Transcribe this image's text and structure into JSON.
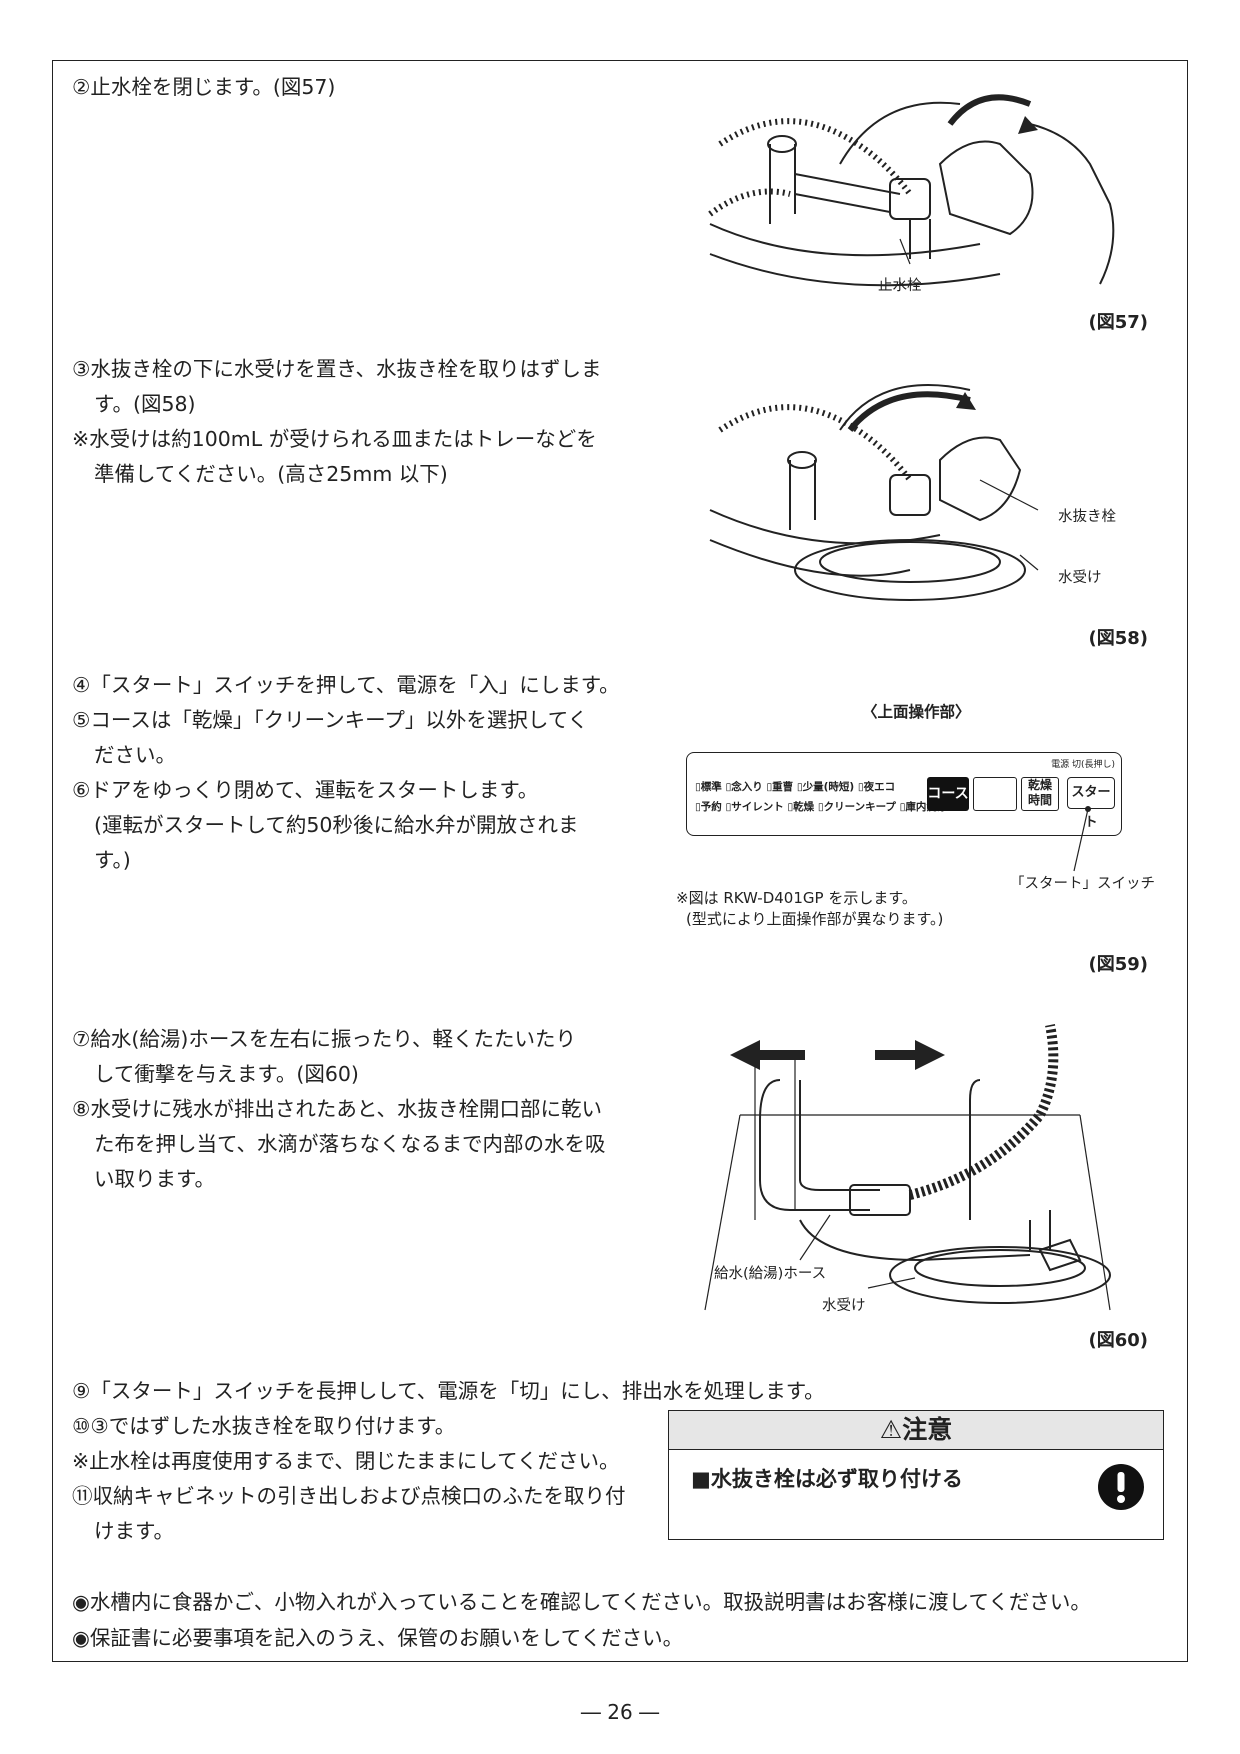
{
  "step2": "②止水栓を閉じます。(図57)",
  "fig57": {
    "label": "(図57)",
    "valve": "止水栓"
  },
  "step3": {
    "line1": "③水抜き栓の下に水受けを置き、水抜き栓を取りはずしま",
    "line2": "す。(図58)",
    "note1": "※水受けは約100mL が受けられる皿またはトレーなどを",
    "note2": "準備してください。(高さ25mm 以下)"
  },
  "fig58": {
    "label": "(図58)",
    "drain": "水抜き栓",
    "pan": "水受け"
  },
  "step4": "④「スタート」スイッチを押して、電源を「入」にします。",
  "step5": {
    "line1": "⑤コースは「乾燥」「クリーンキープ」以外を選択してく",
    "line2": "ださい。"
  },
  "step6": {
    "line1": "⑥ドアをゆっくり閉めて、運転をスタートします。",
    "line2": "(運転がスタートして約50秒後に給水弁が開放されま",
    "line3": "す。)"
  },
  "fig59": {
    "label": "(図59)",
    "title": "〈上面操作部〉",
    "power": "電源 切(長押し)",
    "row1": [
      "▯標準",
      "▯念入り",
      "▯重曹",
      "▯少量(時短)",
      "▯夜エコ"
    ],
    "row2": [
      "▯予約",
      "▯サイレント",
      "▯乾燥",
      "▯クリーンキープ",
      "▯庫内洗浄"
    ],
    "course": "コース",
    "dry1": "乾燥",
    "dry2": "時間",
    "start": "スタート",
    "start_label": "「スタート」スイッチ",
    "note1": "※図は RKW-D401GP を示します。",
    "note2": "(型式により上面操作部が異なります。)"
  },
  "step7": {
    "line1": "⑦給水(給湯)ホースを左右に振ったり、軽くたたいたり",
    "line2": "して衝撃を与えます。(図60)"
  },
  "step8": {
    "line1": "⑧水受けに残水が排出されたあと、水抜き栓開口部に乾い",
    "line2": "た布を押し当て、水滴が落ちなくなるまで内部の水を吸",
    "line3": "い取ります。"
  },
  "fig60": {
    "label": "(図60)",
    "hose": "給水(給湯)ホース",
    "pan": "水受け"
  },
  "step9": "⑨「スタート」スイッチを長押しして、電源を「切」にし、排出水を処理します。",
  "step10": "⑩③ではずした水抜き栓を取り付けます。",
  "note_valve": "※止水栓は再度使用するまで、閉じたままにしてください。",
  "step11": {
    "line1": "⑪収納キャビネットの引き出しおよび点検口のふたを取り付",
    "line2": "けます。"
  },
  "caution": {
    "title": "⚠注意",
    "body": "■水抜き栓は必ず取り付ける",
    "icon": "exclamation-icon"
  },
  "bullets": [
    "◉水槽内に食器かご、小物入れが入っていることを確認してください。取扱説明書はお客様に渡してください。",
    "◉保証書に必要事項を記入のうえ、保管のお願いをしてください。"
  ],
  "page_number": "― 26 ―"
}
